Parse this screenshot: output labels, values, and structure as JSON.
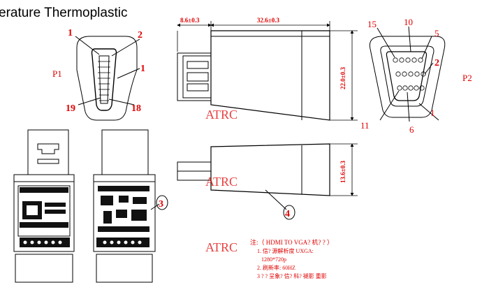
{
  "title": "erature Thermoplastic",
  "colors": {
    "line": "#000000",
    "annotation": "#e00000",
    "watermark": "#e00000"
  },
  "end_view_hdmi": {
    "name": "P1",
    "pins": {
      "p1_top": "1",
      "p2": "2",
      "p1_side": "1",
      "p19": "19",
      "p18": "18"
    }
  },
  "end_view_vga": {
    "name": "P2",
    "pins": {
      "p15": "15",
      "p10": "10",
      "p5": "5",
      "p2": "2",
      "p11": "11",
      "p6": "6",
      "p1": "1"
    }
  },
  "dimensions": {
    "plug_length": "8.6±0.3",
    "body_length": "32.6±0.3",
    "height": "22.0±0.3",
    "thickness": "13.6±0.3"
  },
  "balloons": {
    "b3": "3",
    "b4": "4"
  },
  "watermark": "ATRC",
  "notes": {
    "header": "注:（ HDMI TO VGA? 机? ? ）",
    "lines": [
      "1. 信? 源解析度 UXGA:",
      "1280*720p",
      "2. 刷新率: 60HZ",
      "3 ? ? 呈象? 信? 科?     褪影 重影"
    ]
  }
}
